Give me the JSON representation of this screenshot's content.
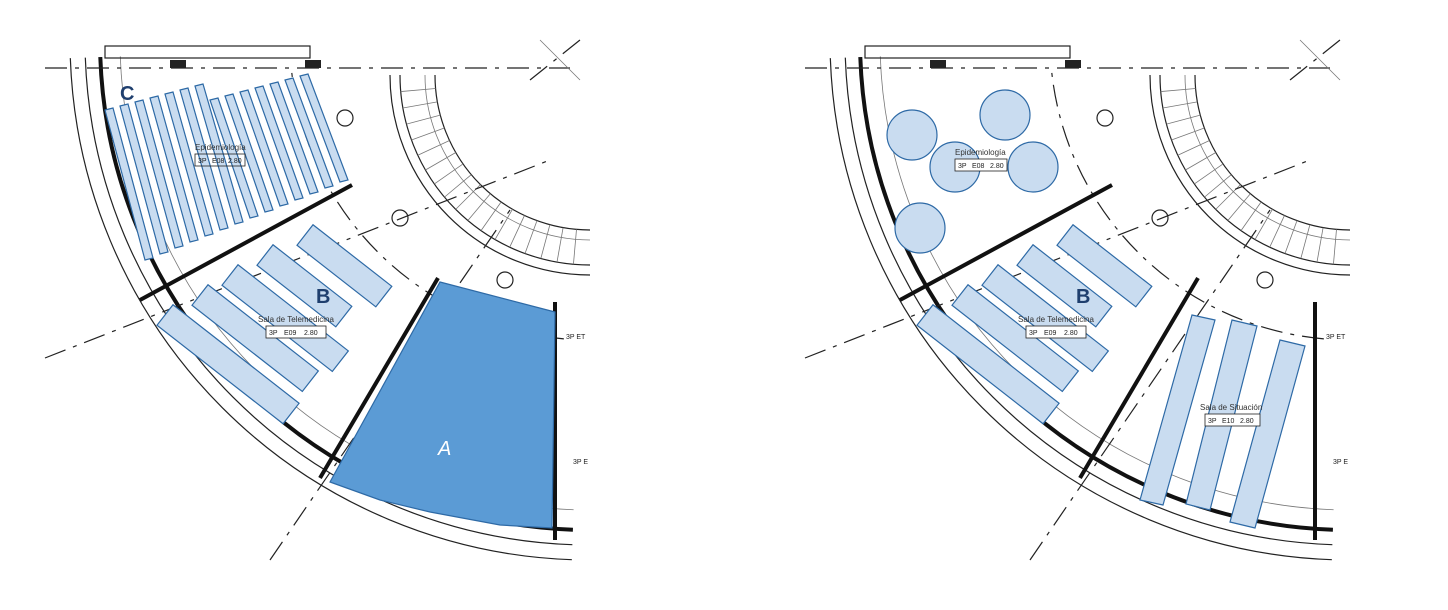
{
  "left_plan": {
    "zone_labels": {
      "a": "A",
      "b": "B",
      "c": "C"
    },
    "rooms": [
      {
        "name": "Epidemiología",
        "level": "3P",
        "code": "E08",
        "height": "2.80"
      },
      {
        "name": "Sala de Telemedicina",
        "level": "3P",
        "code": "E09",
        "height": "2.80"
      }
    ],
    "edge_tags": [
      "3P ET",
      "3P E"
    ]
  },
  "right_plan": {
    "zone_labels": {
      "b": "B"
    },
    "rooms": [
      {
        "name": "Epidemiología",
        "level": "3P",
        "code": "E08",
        "height": "2.80"
      },
      {
        "name": "Sala de Telemedicina",
        "level": "3P",
        "code": "E09",
        "height": "2.80"
      },
      {
        "name": "Sala de Situación",
        "level": "3P",
        "code": "E10",
        "height": "2.80"
      }
    ],
    "edge_tags": [
      "3P ET",
      "3P E"
    ]
  },
  "colors": {
    "zone_a": "#5b9bd5",
    "zone_fill": "#c9dcf0",
    "zone_stroke": "#2e6aa6",
    "label": "#1f3f6e"
  }
}
